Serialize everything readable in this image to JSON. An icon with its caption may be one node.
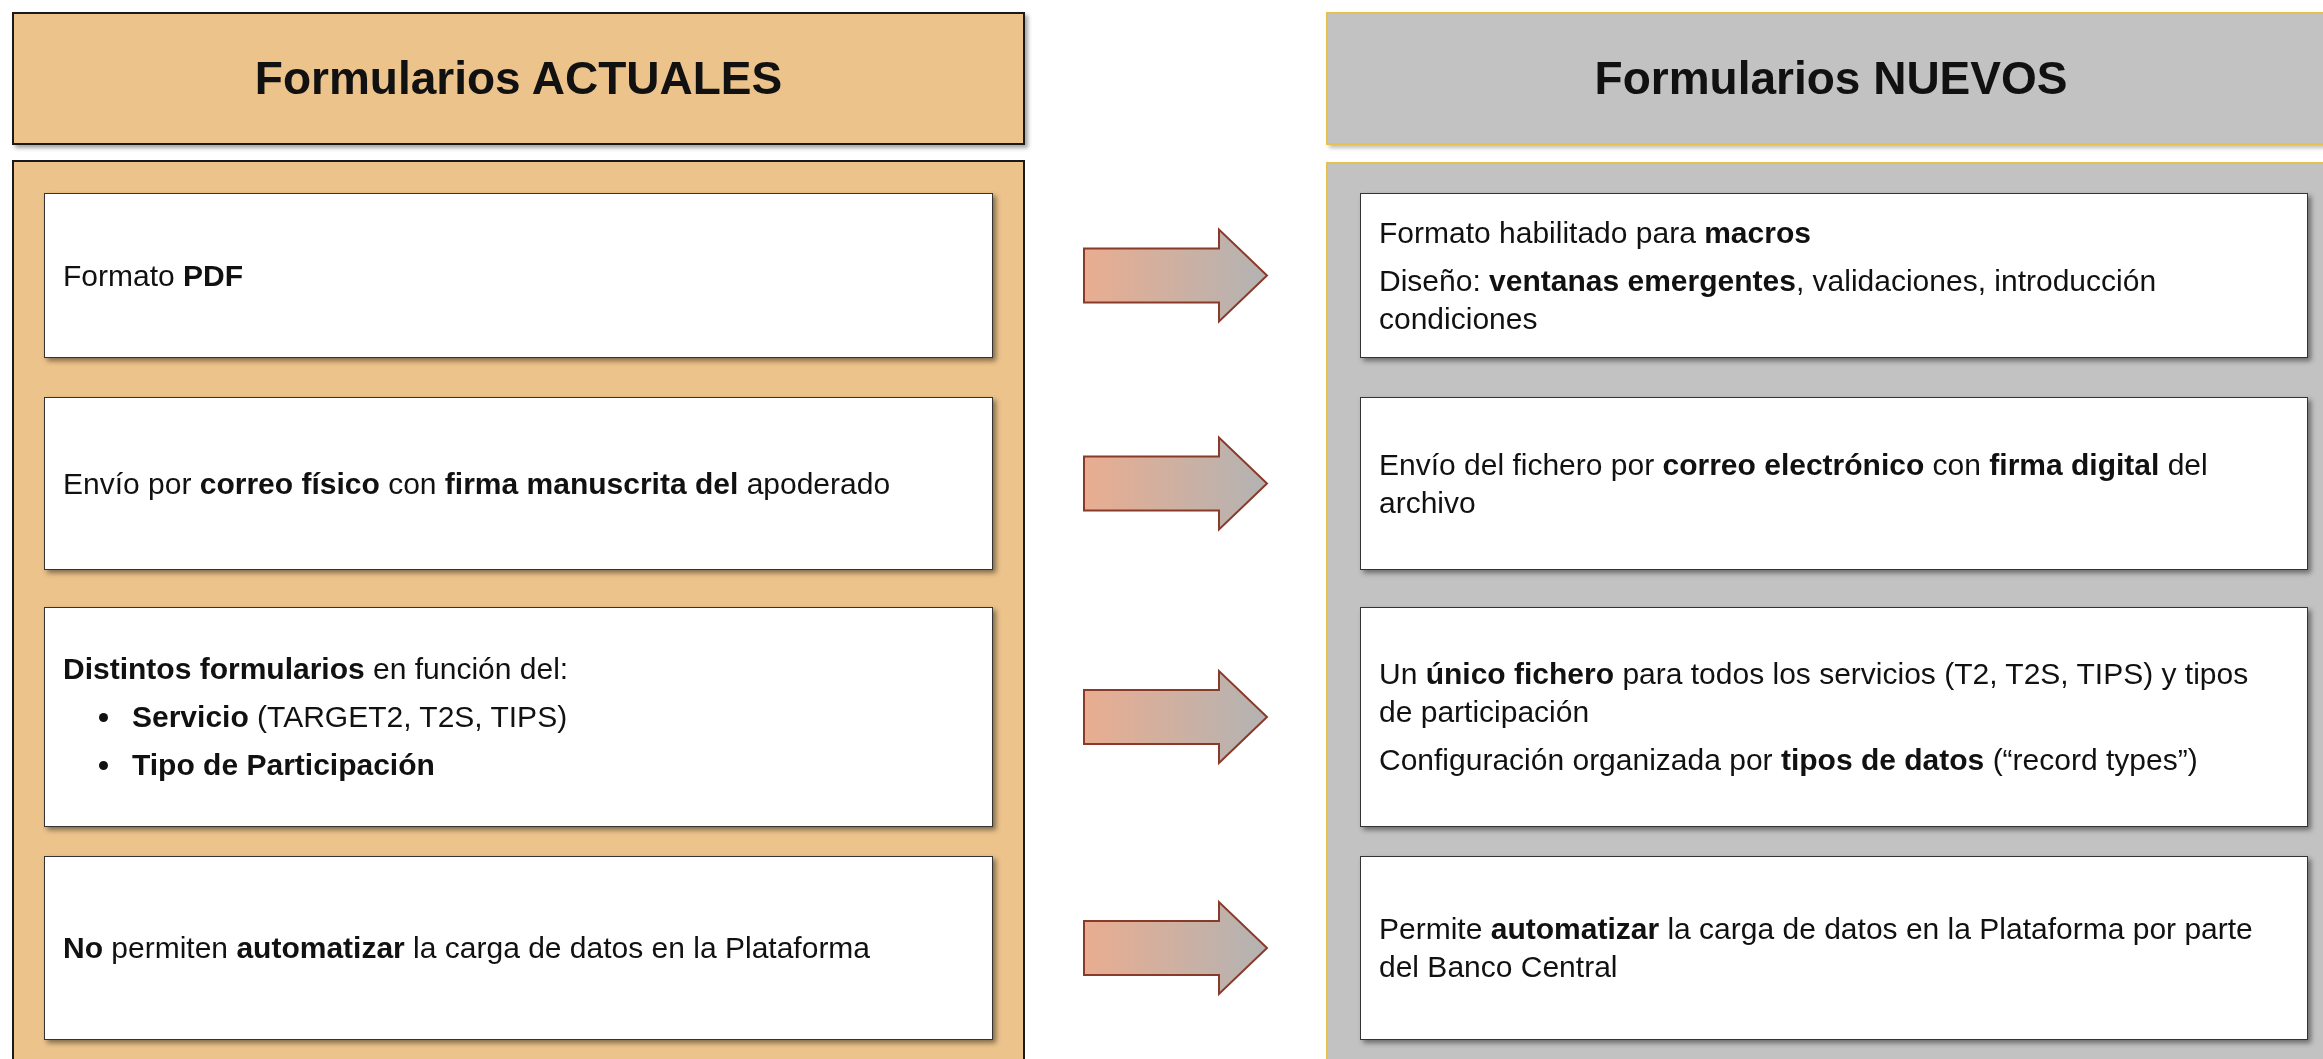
{
  "diagram": {
    "nodes": [
      {
        "text": [
          "Formularios ACTUALES"
        ]
      },
      {
        "text": [],
        "shape": "box"
      },
      {
        "text": [
          "Formato **PDF**"
        ],
        "in": 1
      },
      {
        "text": [
          "Envío por **correo físico** con **firma manuscrita del** apoderado"
        ],
        "in": 1
      },
      {
        "text": [
          "**Distintos formularios** en función del:",
          "**Servicio** (TARGET2, T2S, TIPS)",
          "Tipo de Participación"
        ],
        "in": 1
      },
      {
        "text": [
          "**No** permiten **automatizar** la carga de datos en la Plataforma"
        ],
        "in": 1
      },
      {
        "text": [
          "Formularios NUEVOS"
        ]
      },
      {
        "text": [],
        "shape": "box"
      },
      {
        "text": [
          "Formato habilitado para **macros**",
          "Diseño: **ventanas emergentes**, validaciones, introducción condiciones"
        ],
        "in": 7
      },
      {
        "text": [
          "Envío del fichero por **correo electrónico** con **firma digital** del archivo"
        ],
        "in": 7
      },
      {
        "text": [
          "Un **único fichero** para todos los servicios (T2, T2S, TIPS) y tipos de participación",
          "Configuración organizada por **tipos de datos** (“record types”)"
        ],
        "in": 7
      },
      {
        "text": [
          "Permite **automatizar** la carga de datos en la Plataforma por parte del Banco Central"
        ],
        "in": 7
      }
    ],
    "edges": [
      {
        "from": 2,
        "to": 8,
        "arrow": "to"
      },
      {
        "from": 3,
        "to": 9,
        "arrow": "to"
      },
      {
        "from": 4,
        "to": 10,
        "arrow": "to"
      },
      {
        "from": 5,
        "to": 11,
        "arrow": "to"
      }
    ]
  }
}
